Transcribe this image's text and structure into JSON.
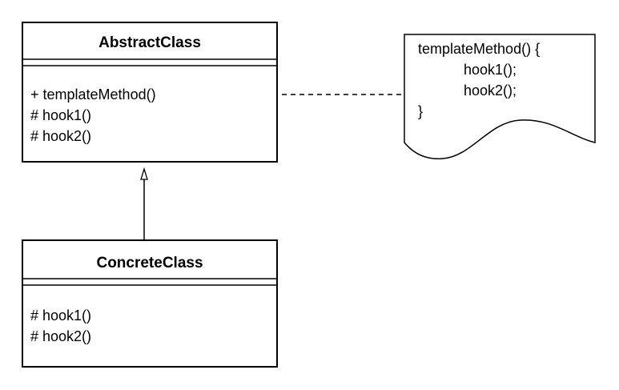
{
  "abstract_class": {
    "name": "AbstractClass",
    "members": [
      "+ templateMethod()",
      "# hook1()",
      "# hook2()"
    ]
  },
  "concrete_class": {
    "name": "ConcreteClass",
    "members": [
      "# hook1()",
      "# hook2()"
    ]
  },
  "note": {
    "lines": [
      "templateMethod() {",
      "hook1();",
      "hook2();",
      "}"
    ]
  }
}
